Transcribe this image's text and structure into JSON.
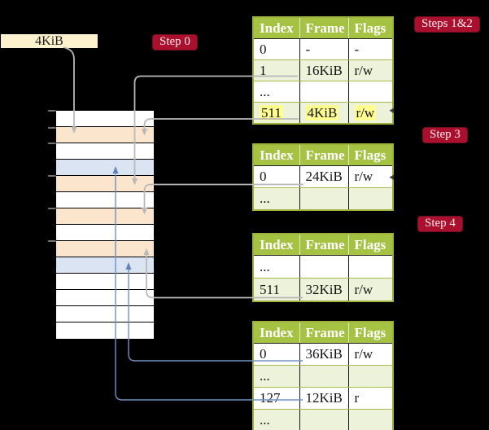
{
  "frame_box": {
    "label": "4KiB"
  },
  "badges": {
    "step0": "Step 0",
    "steps12": "Steps 1&2",
    "step3": "Step 3",
    "step4": "Step 4"
  },
  "memory": {
    "rows": [
      {
        "fill": "white"
      },
      {
        "fill": "orange"
      },
      {
        "fill": "white"
      },
      {
        "fill": "blue"
      },
      {
        "fill": "orange"
      },
      {
        "fill": "white"
      },
      {
        "fill": "orange"
      },
      {
        "fill": "white"
      },
      {
        "fill": "orange"
      },
      {
        "fill": "blue"
      },
      {
        "fill": "white"
      },
      {
        "fill": "white"
      },
      {
        "fill": "white"
      },
      {
        "fill": "white"
      }
    ],
    "ticks_y": [
      136,
      157,
      176,
      216,
      256,
      296
    ]
  },
  "tables": [
    {
      "name": "page-table-1",
      "columns": [
        "Index",
        "Frame",
        "Flags"
      ],
      "rows": [
        {
          "cells": [
            "0",
            "-",
            "-"
          ],
          "shade": "white",
          "highlight": false
        },
        {
          "cells": [
            "1",
            "16KiB",
            "r/w"
          ],
          "shade": "green",
          "highlight": false
        },
        {
          "cells": [
            "...",
            "",
            ""
          ],
          "shade": "white",
          "highlight": false
        },
        {
          "cells": [
            "511",
            "4KiB",
            "r/w"
          ],
          "shade": "green",
          "highlight": true
        }
      ]
    },
    {
      "name": "page-table-2",
      "columns": [
        "Index",
        "Frame",
        "Flags"
      ],
      "rows": [
        {
          "cells": [
            "0",
            "24KiB",
            "r/w"
          ],
          "shade": "white",
          "highlight": false
        },
        {
          "cells": [
            "...",
            "",
            ""
          ],
          "shade": "green",
          "highlight": false
        }
      ]
    },
    {
      "name": "page-table-3",
      "columns": [
        "Index",
        "Frame",
        "Flags"
      ],
      "rows": [
        {
          "cells": [
            "...",
            "",
            ""
          ],
          "shade": "white",
          "highlight": false
        },
        {
          "cells": [
            "511",
            "32KiB",
            "r/w"
          ],
          "shade": "green",
          "highlight": false
        }
      ]
    },
    {
      "name": "page-table-4",
      "columns": [
        "Index",
        "Frame",
        "Flags"
      ],
      "rows": [
        {
          "cells": [
            "0",
            "36KiB",
            "r/w"
          ],
          "shade": "white",
          "highlight": false
        },
        {
          "cells": [
            "...",
            "",
            ""
          ],
          "shade": "green",
          "highlight": false
        },
        {
          "cells": [
            "127",
            "12KiB",
            "r"
          ],
          "shade": "white",
          "highlight": false
        },
        {
          "cells": [
            "...",
            "",
            ""
          ],
          "shade": "green",
          "highlight": false
        }
      ]
    }
  ],
  "colors": {
    "background": "#000000",
    "table_header_bg": "#a5c243",
    "table_border": "#9cb23d",
    "row_green": "#edf2da",
    "highlight_yellow": "#feff8e",
    "badge_red": "#aa0f2e",
    "memory_white": "#ffffff",
    "memory_orange": "#fce5cd",
    "memory_blue": "#dae4f3",
    "frame_box_cream": "#fdf2cd",
    "arrow_gray": "#b9b9b9",
    "arrow_blue": "#7191c4",
    "tick_gray": "#8f8f8f"
  }
}
